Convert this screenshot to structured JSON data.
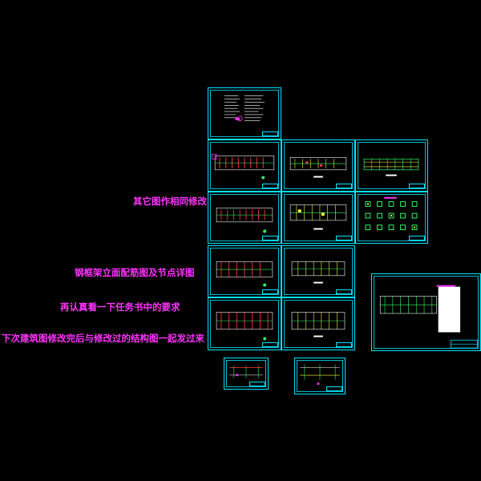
{
  "annotations": {
    "note1": "其它图作相同修改",
    "note2": "钢框架立面配筋图及节点详图",
    "note3": "再认真看一下任务书中的要求",
    "note4": "下次建筑图修改完后与修改过的结构图一起发过来"
  },
  "colors": {
    "background": "#000000",
    "frame": "#00e5ff",
    "annotation": "#ff33ff",
    "linework_green": "#33ff66",
    "linework_red": "#ff3333",
    "linework_yellow": "#ffff33",
    "linework_white": "#ffffff"
  },
  "sheets": [
    {
      "id": "cover-notes"
    },
    {
      "id": "plan-1"
    },
    {
      "id": "plan-2"
    },
    {
      "id": "plan-3"
    },
    {
      "id": "plan-4"
    },
    {
      "id": "plan-5"
    },
    {
      "id": "column-details"
    },
    {
      "id": "plan-6"
    },
    {
      "id": "plan-7"
    },
    {
      "id": "plan-8"
    },
    {
      "id": "plan-9"
    },
    {
      "id": "site-plan"
    },
    {
      "id": "section-1"
    },
    {
      "id": "section-2"
    }
  ]
}
